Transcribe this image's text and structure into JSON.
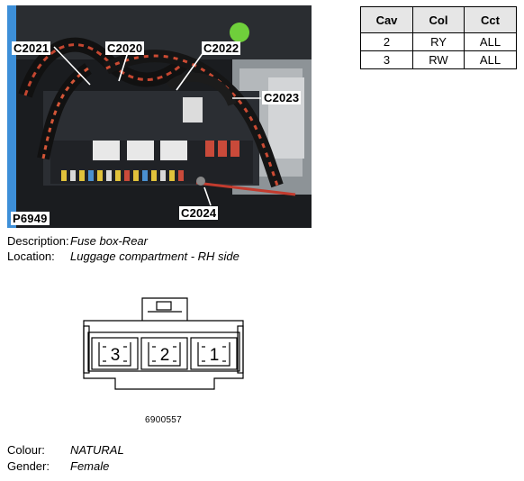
{
  "photo": {
    "image_ref": "P6949",
    "callouts": [
      "C2021",
      "C2020",
      "C2022",
      "C2023",
      "C2024"
    ]
  },
  "pin_table": {
    "headers": [
      "Cav",
      "Col",
      "Cct"
    ],
    "rows": [
      [
        "2",
        "RY",
        "ALL"
      ],
      [
        "3",
        "RW",
        "ALL"
      ]
    ]
  },
  "info": {
    "description_label": "Description:",
    "description_value": "Fuse box-Rear",
    "location_label": "Location:",
    "location_value": "Luggage compartment - RH side",
    "colour_label": "Colour:",
    "colour_value": "NATURAL",
    "gender_label": "Gender:",
    "gender_value": "Female"
  },
  "connector": {
    "cavity_numbers": [
      "3",
      "2",
      "1"
    ],
    "part_number": "6900557"
  }
}
